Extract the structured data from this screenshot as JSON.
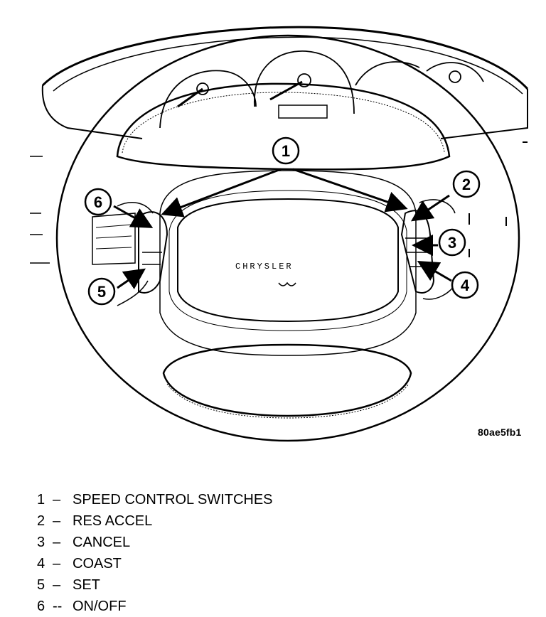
{
  "figure": {
    "brand_text": "CHRYSLER",
    "figure_id": "80ae5fb1",
    "callouts": [
      "1",
      "2",
      "3",
      "4",
      "5",
      "6"
    ]
  },
  "legend": [
    {
      "num": "1",
      "dash": "–",
      "label": "SPEED CONTROL SWITCHES"
    },
    {
      "num": "2",
      "dash": "–",
      "label": "RES ACCEL"
    },
    {
      "num": "3",
      "dash": "–",
      "label": "CANCEL"
    },
    {
      "num": "4",
      "dash": "–",
      "label": "COAST"
    },
    {
      "num": "5",
      "dash": "–",
      "label": "SET"
    },
    {
      "num": "6",
      "dash": "--",
      "label": "ON/OFF"
    }
  ]
}
